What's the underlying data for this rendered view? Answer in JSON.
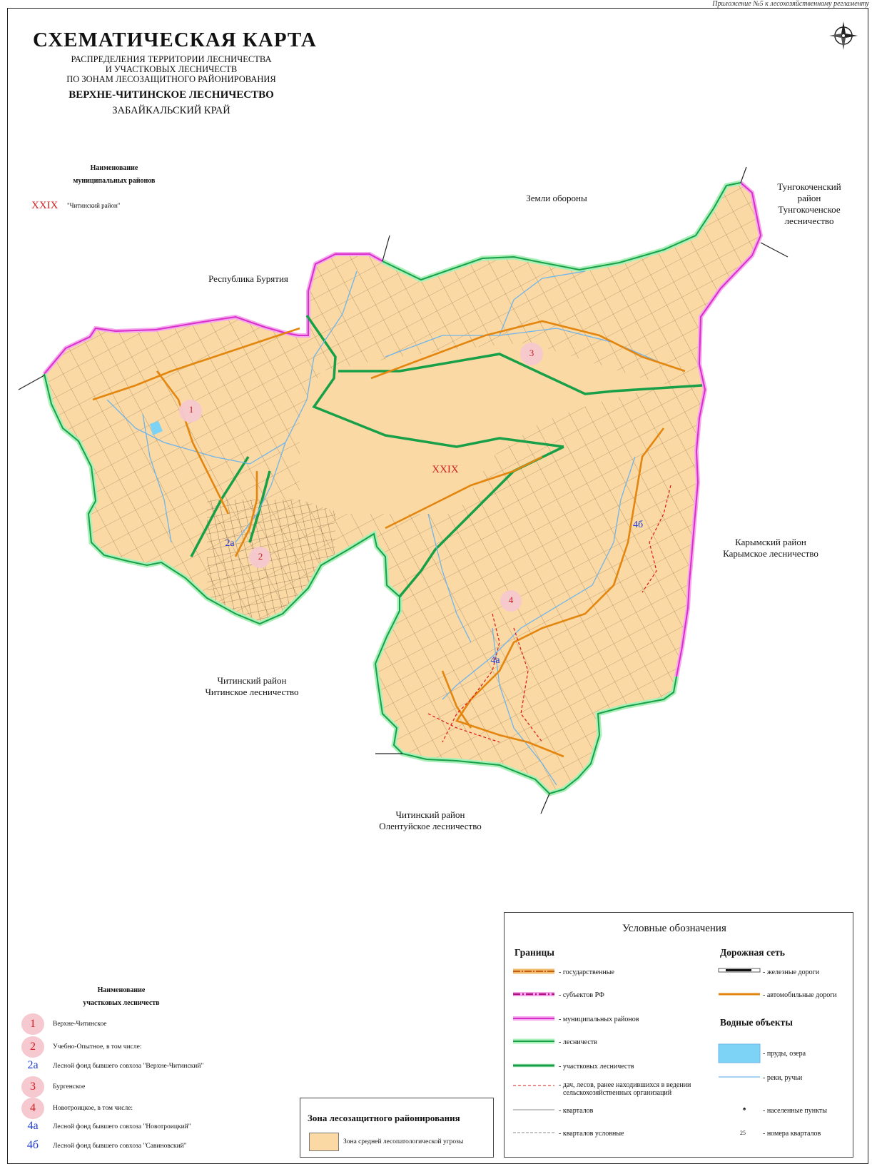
{
  "header": {
    "top_note": "Приложение №5 к лесохозяйственному регламенту",
    "title": "СХЕМАТИЧЕСКАЯ КАРТА",
    "subtitle_lines": [
      "РАСПРЕДЕЛЕНИЯ ТЕРРИТОРИИ ЛЕСНИЧЕСТВА",
      "И УЧАСТКОВЫХ ЛЕСНИЧЕСТВ",
      "ПО ЗОНАМ ЛЕСОЗАЩИТНОГО РАЙОНИРОВАНИЯ"
    ],
    "forestry": "ВЕРХНЕ-ЧИТИНСКОЕ ЛЕСНИЧЕСТВО",
    "region": "ЗАБАЙКАЛЬСКИЙ КРАЙ"
  },
  "compass": {
    "icon": "compass-rose-icon"
  },
  "municipal": {
    "heading_1": "Наименование",
    "heading_2": "муниципальных районов",
    "code": "XXIX",
    "name": "\"Читинский район\""
  },
  "map_labels": {
    "zemli": "Земли обороны",
    "buryatia": "Республика Бурятия",
    "tungo_1": "Тунгокоченский",
    "tungo_2": "район",
    "tungo_3": "Тунгокоченское",
    "tungo_4": "лесничество",
    "karym_1": "Карымский район",
    "karym_2": "Карымское лесничество",
    "chita1_1": "Читинский район",
    "chita1_2": "Читинское лесничество",
    "chita2_1": "Читинский район",
    "chita2_2": "Олентуйское лесничество",
    "district_code": "XXIX",
    "num_1": "1",
    "num_2": "2",
    "num_2a": "2а",
    "num_3": "3",
    "num_4": "4",
    "num_4a": "4а",
    "num_4b": "4б"
  },
  "colors": {
    "territory": "#fbd9a4",
    "state_border": "#e58a1e",
    "subject_border": "#e43ad8",
    "forestry_border": "#18a34a",
    "road": "#e3860f",
    "river": "#6fb4ea",
    "lake": "#7cd3f5",
    "badge": "#f6c8d0",
    "badge_text": "#d41c1c",
    "sub_code": "#1e3bd0"
  },
  "legend": {
    "title": "Условные обозначения",
    "borders_head": "Границы",
    "road_head": "Дорожная сеть",
    "water_head": "Водные объекты",
    "b_state": "- государственные",
    "b_subject": "- субъектов РФ",
    "b_municipal": "- муниципальных районов",
    "b_forestry": "- лесничеств",
    "b_uch": "- участковых лесничеств",
    "b_dach_1": "- дач, лесов, ранее находившихся в ведении",
    "b_dach_2": "сельскохозяйственных организаций",
    "b_kvartal": "- кварталов",
    "b_kvartal_cond": "- кварталов условные",
    "r_rail": "- железные дороги",
    "r_auto": "- автомобильные дороги",
    "w_lake": "- пруды, озера",
    "w_river": "- реки, ручьи",
    "settlement_symbol": "♠",
    "settlement": "- населенные пункты",
    "quarter_num_sample": "25",
    "quarter_num": "- номера кварталов"
  },
  "zone": {
    "title": "Зона лесозащитного районирования",
    "item": "Зона средней лесопатологической угрозы"
  },
  "uch": {
    "heading_1": "Наименование",
    "heading_2": "участковых лесничеств",
    "items": [
      {
        "code": "1",
        "name": "Верхне-Читинское"
      },
      {
        "code": "2",
        "name": "Учебно-Опытное, в том числе:"
      },
      {
        "code": "2а",
        "name": "Лесной фонд бывшего совхоза \"Верхне-Читинский\""
      },
      {
        "code": "3",
        "name": "Бургенское"
      },
      {
        "code": "4",
        "name": "Новотроицкое, в том числе:"
      },
      {
        "code": "4а",
        "name": "Лесной фонд бывшего совхоза \"Новотроицкий\""
      },
      {
        "code": "4б",
        "name": "Лесной фонд бывшего совхоза \"Савиновский\""
      }
    ]
  }
}
